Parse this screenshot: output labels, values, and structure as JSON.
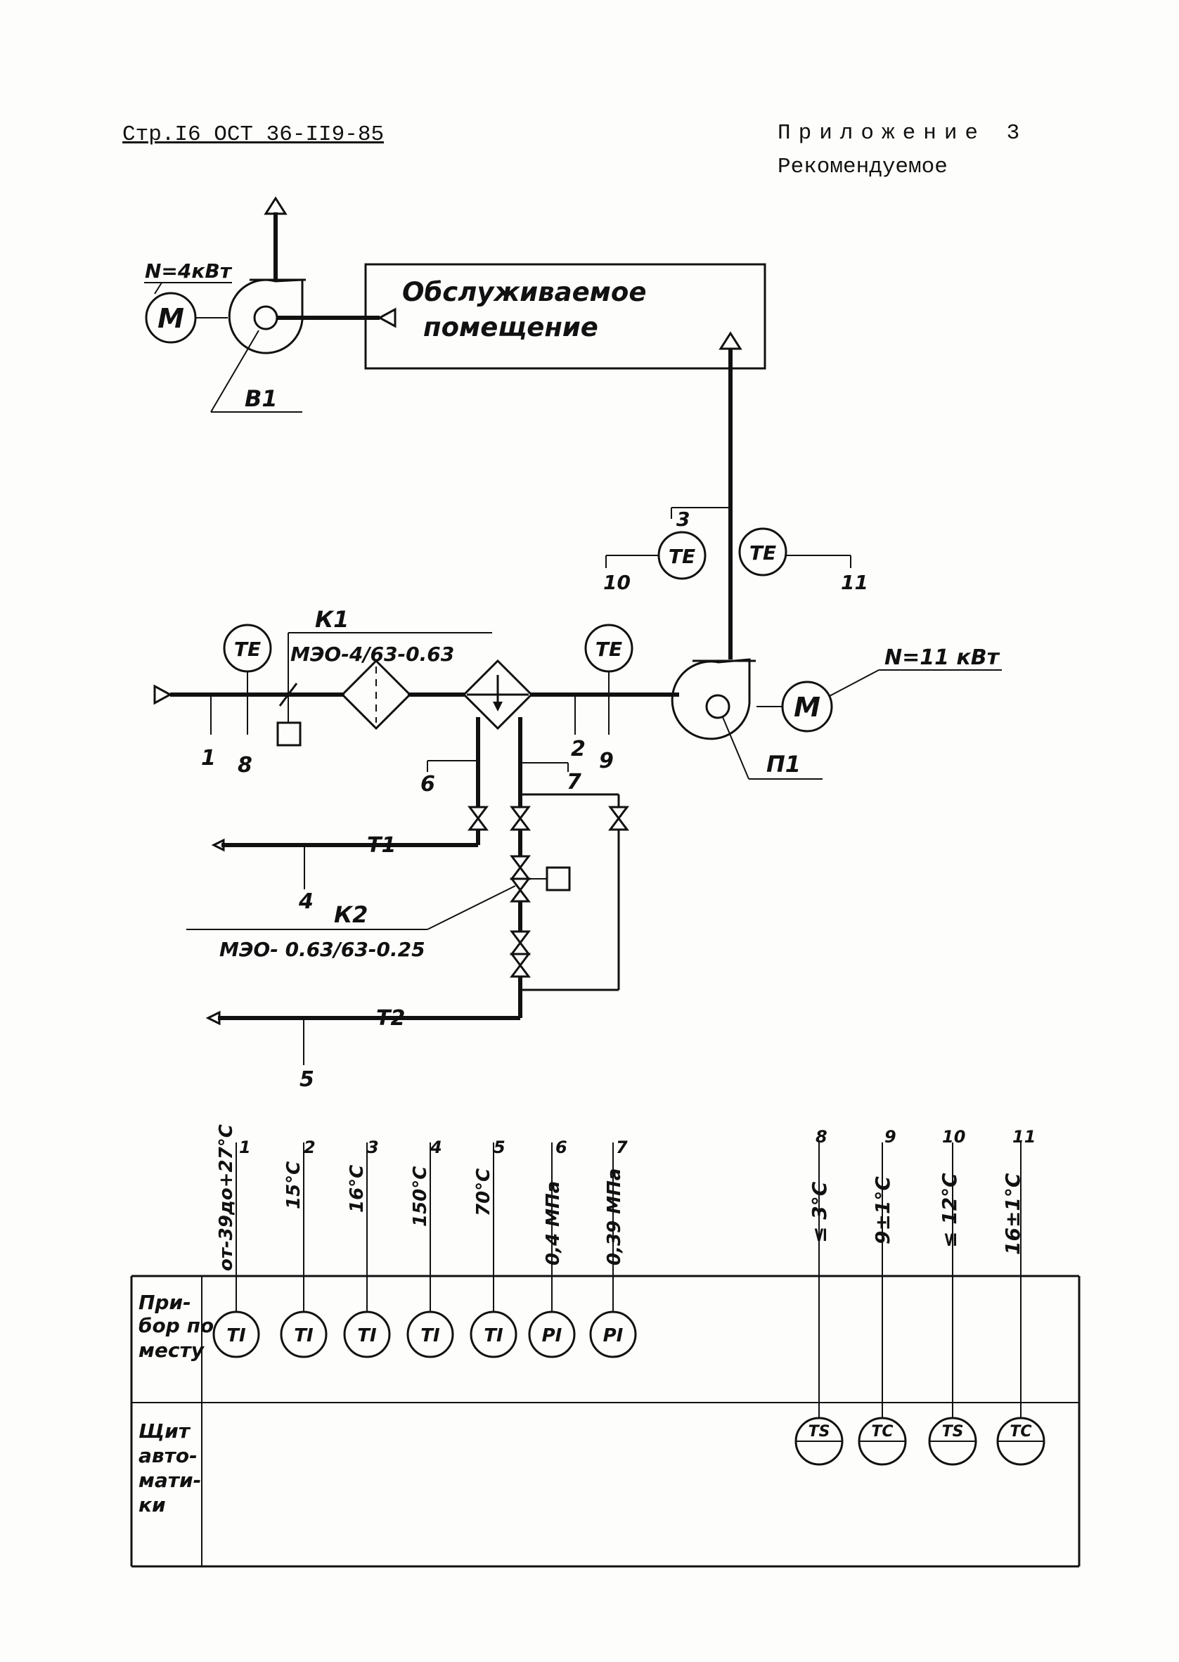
{
  "header": {
    "page_ref": "Стр.I6  ОСТ 36-II9-85",
    "appendix": "Приложение 3",
    "status": "Рекомендуемое"
  },
  "scheme": {
    "room": [
      "Обслуживаемое",
      "помещение"
    ],
    "exhaust_fan": {
      "power": "N=4кВт",
      "motor": "M",
      "label": "В1"
    },
    "supply_fan": {
      "power": "N=11 кВт",
      "motor": "M",
      "label": "П1"
    },
    "k1": {
      "label": "К1",
      "actuator": "МЭО-4/63-0.63"
    },
    "k2": {
      "label": "К2",
      "actuator": "МЭО- 0.63/63-0.25"
    },
    "lines": {
      "t1": "Т1",
      "t2": "Т2"
    },
    "sensor_symbol": "TE",
    "points": [
      "1",
      "2",
      "3",
      "4",
      "5",
      "6",
      "7",
      "8",
      "9",
      "10",
      "11"
    ]
  },
  "table": {
    "rows": [
      "При-бор по месту",
      "Щит авто-мати-ки"
    ],
    "rows_lines": [
      [
        "При-",
        "бор по",
        "месту"
      ],
      [
        "Щит",
        "авто-",
        "мати-",
        "ки"
      ]
    ],
    "local": [
      {
        "n": "1",
        "value": "от-39до+27°C",
        "symbol": "TI"
      },
      {
        "n": "2",
        "value": "15°C",
        "symbol": "TI"
      },
      {
        "n": "3",
        "value": "16°C",
        "symbol": "TI"
      },
      {
        "n": "4",
        "value": "150°C",
        "symbol": "TI"
      },
      {
        "n": "5",
        "value": "70°C",
        "symbol": "TI"
      },
      {
        "n": "6",
        "value": "0,4 МПа",
        "symbol": "PI"
      },
      {
        "n": "7",
        "value": "0,39 МПа",
        "symbol": "PI"
      }
    ],
    "panel": [
      {
        "n": "8",
        "value": "≤ 3°C",
        "symbol": "TS"
      },
      {
        "n": "9",
        "value": "9±1°C",
        "symbol": "TC"
      },
      {
        "n": "10",
        "value": "≤ 12°C",
        "symbol": "TS"
      },
      {
        "n": "11",
        "value": "16±1°C",
        "symbol": "TC"
      }
    ]
  }
}
